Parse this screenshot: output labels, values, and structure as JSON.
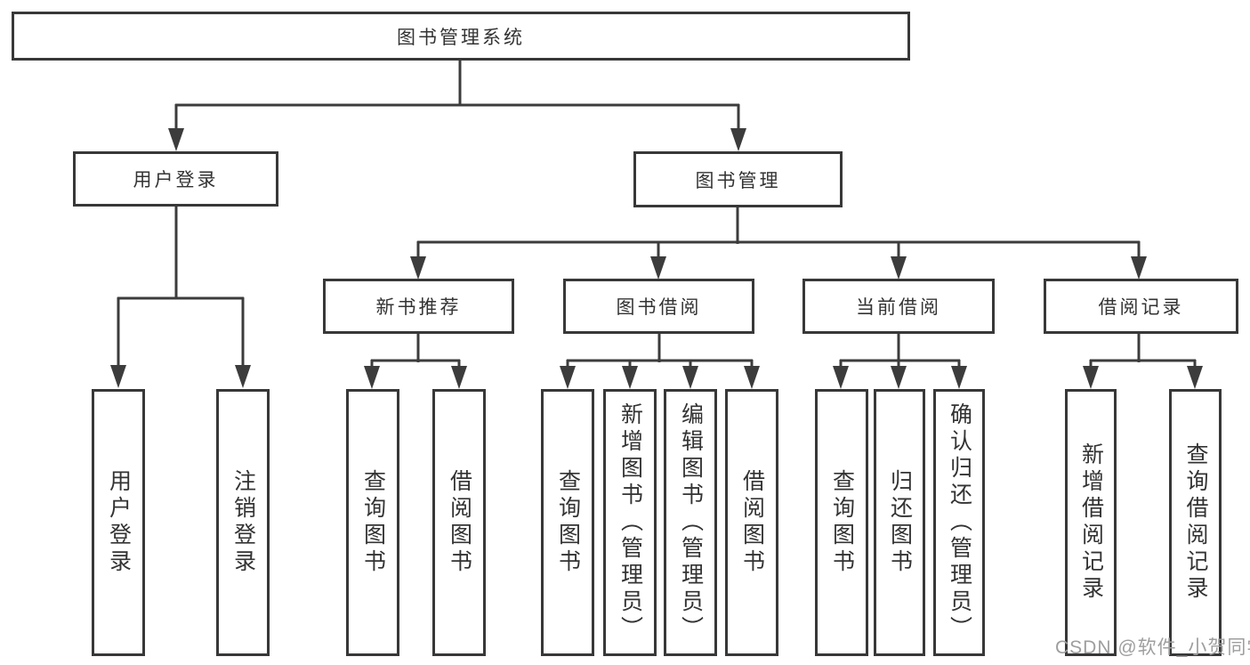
{
  "tree": {
    "root": {
      "label": "图书管理系统",
      "children": [
        {
          "label": "用户登录",
          "children": [
            {
              "label": "用户登录"
            },
            {
              "label": "注销登录"
            }
          ]
        },
        {
          "label": "图书管理",
          "children": [
            {
              "label": "新书推荐",
              "children": [
                {
                  "label": "查询图书"
                },
                {
                  "label": "借阅图书"
                }
              ]
            },
            {
              "label": "图书借阅",
              "children": [
                {
                  "label": "查询图书"
                },
                {
                  "label": "新增图书（管理员）"
                },
                {
                  "label": "编辑图书（管理员）"
                },
                {
                  "label": "借阅图书"
                }
              ]
            },
            {
              "label": "当前借阅",
              "children": [
                {
                  "label": "查询图书"
                },
                {
                  "label": "归还图书"
                },
                {
                  "label": "确认归还（管理员）"
                }
              ]
            },
            {
              "label": "借阅记录",
              "children": [
                {
                  "label": "新增借阅记录"
                },
                {
                  "label": "查询借阅记录"
                }
              ]
            }
          ]
        }
      ]
    }
  },
  "watermark": {
    "text": "CSDN @软件_小贺同学"
  },
  "colors": {
    "line": "#3c3c3c",
    "box_border": "#383838",
    "text": "#333333",
    "watermark": "#9e9e9e",
    "background": "#ffffff"
  }
}
